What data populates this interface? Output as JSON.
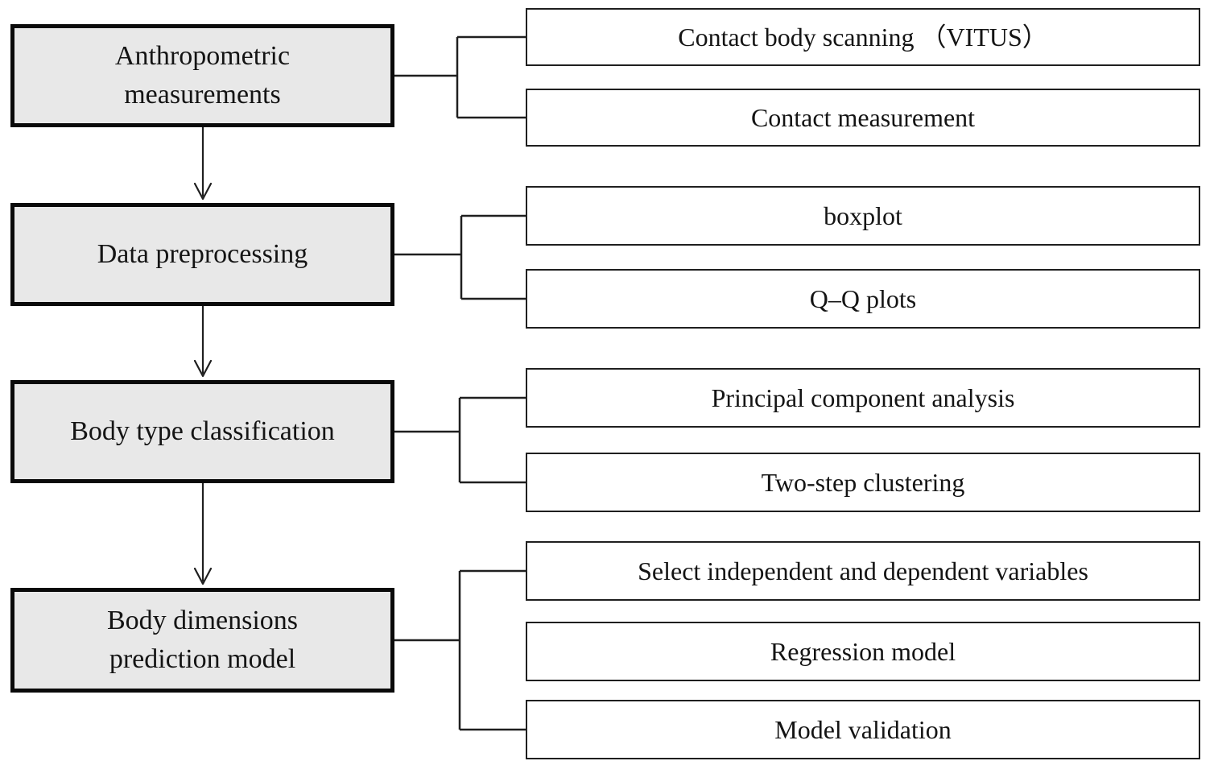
{
  "figure": {
    "type": "flowchart",
    "description": "Research methodology flowchart: four sequential stages, each branching to method steps"
  },
  "flowchart": {
    "stages": [
      {
        "label": "Anthropometric\nmeasurements",
        "steps": [
          "Contact body scanning （VITUS）",
          "Contact measurement"
        ]
      },
      {
        "label": "Data preprocessing",
        "steps": [
          "boxplot",
          "Q–Q plots"
        ]
      },
      {
        "label": "Body type classification",
        "steps": [
          "Principal component analysis",
          "Two-step clustering"
        ]
      },
      {
        "label": "Body dimensions\nprediction model",
        "steps": [
          "Select independent and dependent variables",
          "Regression model",
          "Model validation"
        ]
      }
    ],
    "colors": {
      "background": "#ffffff",
      "stage_fill": "#e8e8e8",
      "stage_border": "#0a0a0a",
      "step_fill": "#ffffff",
      "step_border": "#1f1f1f",
      "line": "#1f1f1f",
      "text": "#141414"
    }
  }
}
